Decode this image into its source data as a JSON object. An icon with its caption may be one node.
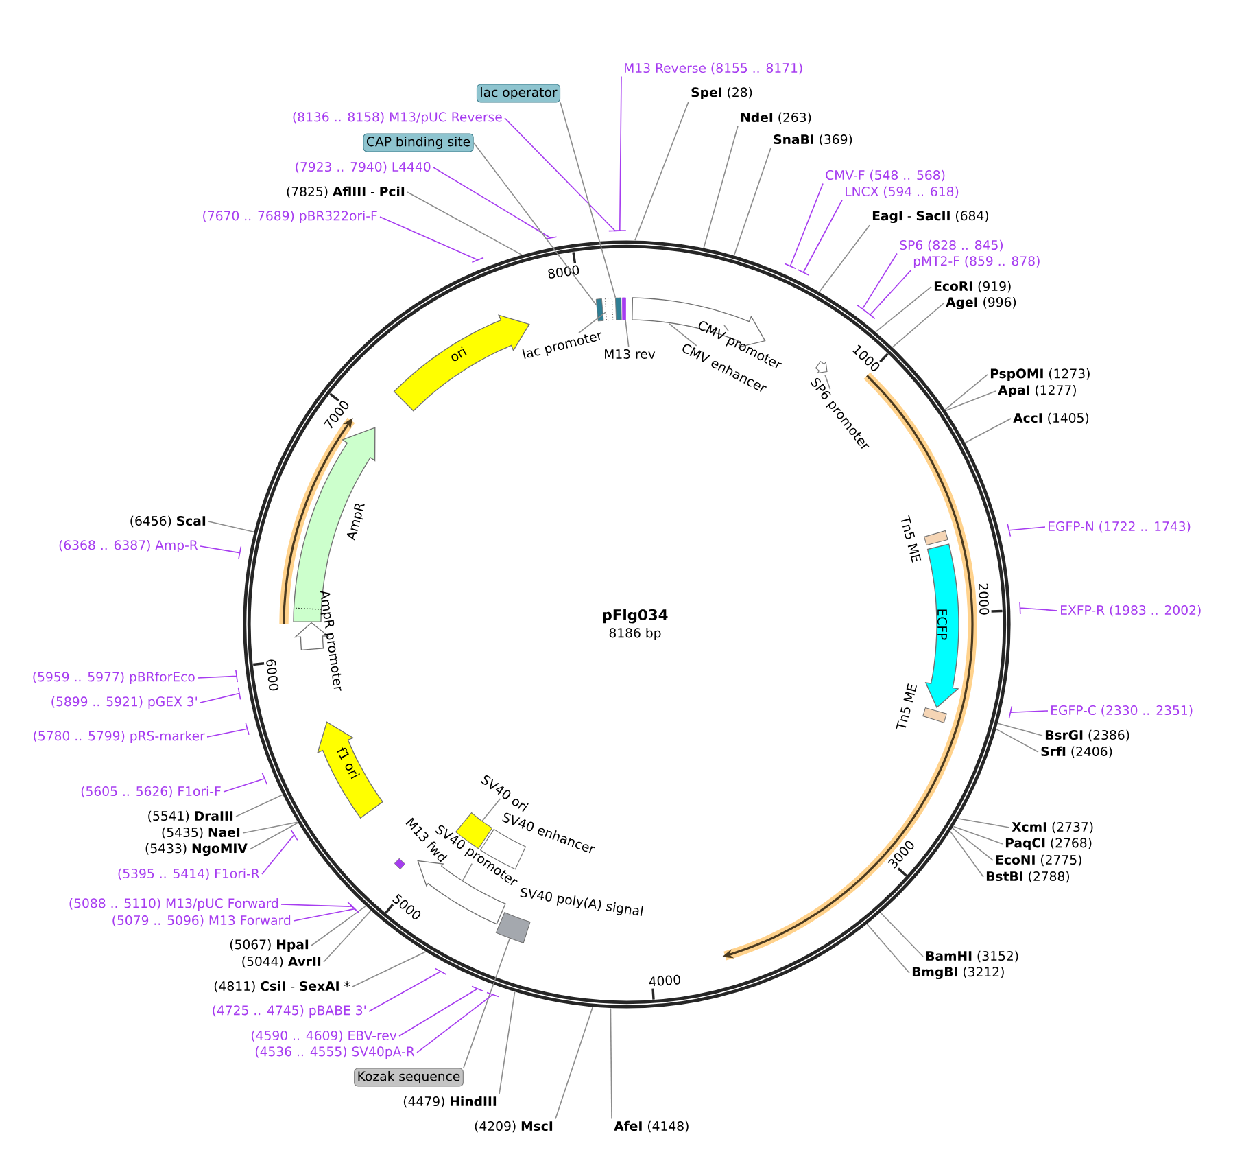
{
  "diagram": {
    "title": "pFlg034",
    "nodes": [
      {
        "text": [
          "M13 Reverse (8155 .. 8171)"
        ]
      },
      {
        "text": [
          "**SpeI** (28)"
        ]
      },
      {
        "text": [
          "**NdeI** (263)"
        ]
      },
      {
        "text": [
          "**SnaBI** (369)"
        ]
      },
      {
        "text": [
          "CMV-F (548 .. 568)"
        ]
      },
      {
        "text": [
          "LNCX (594 .. 618)"
        ]
      },
      {
        "text": [
          "**EagI** - **SacII** (684)"
        ]
      },
      {
        "text": [
          "SP6 (828 .. 845)"
        ]
      },
      {
        "text": [
          "pMT2-F (859 .. 878)"
        ]
      },
      {
        "text": [
          "**EcoRI** (919)"
        ]
      },
      {
        "text": [
          "**AgeI** (996)"
        ]
      },
      {
        "text": [
          "**PspOMI** (1273)"
        ]
      },
      {
        "text": [
          "**ApaI** (1277)"
        ]
      },
      {
        "text": [
          "**AccI** (1405)"
        ]
      },
      {
        "text": [
          "EGFP-N (1722 .. 1743)"
        ]
      },
      {
        "text": [
          "EXFP-R (1983 .. 2002)"
        ]
      },
      {
        "text": [
          "EGFP-C (2330 .. 2351)"
        ]
      },
      {
        "text": [
          "**BsrGI** (2386)"
        ]
      },
      {
        "text": [
          "**SrfI** (2406)"
        ]
      },
      {
        "text": [
          "**XcmI** (2737)"
        ]
      },
      {
        "text": [
          "**PaqCI** (2768)"
        ]
      },
      {
        "text": [
          "**EcoNI** (2775)"
        ]
      },
      {
        "text": [
          "**BstBI** (2788)"
        ]
      },
      {
        "text": [
          "**BamHI** (3152)"
        ]
      },
      {
        "text": [
          "**BmgBI** (3212)"
        ]
      },
      {
        "text": [
          "**AfeI** (4148)"
        ]
      },
      {
        "text": [
          "(4209) **MscI**"
        ]
      },
      {
        "text": [
          "(4479) **HindIII**"
        ]
      },
      {
        "text": [
          "Kozak sequence"
        ]
      },
      {
        "text": [
          "(4536 .. 4555) SV40pA-R"
        ]
      },
      {
        "text": [
          "(4590 .. 4609) EBV-rev"
        ]
      },
      {
        "text": [
          "(4725 .. 4745) pBABE 3'"
        ]
      },
      {
        "text": [
          "(4811) **CsiI** - **SexAI** *"
        ]
      },
      {
        "text": [
          "(5044) **AvrII**"
        ]
      },
      {
        "text": [
          "(5067) **HpaI**"
        ]
      },
      {
        "text": [
          "(5079 .. 5096) M13 Forward"
        ]
      },
      {
        "text": [
          "(5088 .. 5110) M13/pUC Forward"
        ]
      },
      {
        "text": [
          "(5395 .. 5414) F1ori-R"
        ]
      },
      {
        "text": [
          "(5433) **NgoMIV**"
        ]
      },
      {
        "text": [
          "(5435) **NaeI**"
        ]
      },
      {
        "text": [
          "(5541) **DraIII**"
        ]
      },
      {
        "text": [
          "(5605 .. 5626) F1ori-F"
        ]
      },
      {
        "text": [
          "(5780 .. 5799) pRS-marker"
        ]
      },
      {
        "text": [
          "(5899 .. 5921) pGEX 3'"
        ]
      },
      {
        "text": [
          "(5959 .. 5977) pBRforEco"
        ]
      },
      {
        "text": [
          "(6368 .. 6387) Amp-R"
        ]
      },
      {
        "text": [
          "(6456) **ScaI**"
        ]
      },
      {
        "text": [
          "(7670 .. 7689) pBR322ori-F"
        ]
      },
      {
        "text": [
          "(7825) **AflIII** - **PciI**"
        ]
      },
      {
        "text": [
          "(7923 .. 7940) L4440"
        ]
      },
      {
        "text": [
          "CAP binding site"
        ]
      },
      {
        "text": [
          "(8136 .. 8158) M13/pUC Reverse"
        ]
      },
      {
        "text": [
          "lac operator"
        ]
      },
      {
        "text": [
          "lac promoter"
        ]
      },
      {
        "text": [
          "M13 rev"
        ]
      },
      {
        "text": [
          "CMV promoter"
        ]
      },
      {
        "text": [
          "CMV enhancer"
        ]
      },
      {
        "text": [
          "SP6 promoter"
        ]
      },
      {
        "text": [
          "SV40 ori"
        ]
      },
      {
        "text": [
          "SV40 promoter"
        ]
      },
      {
        "text": [
          "ori"
        ]
      },
      {
        "text": [
          "ECFP"
        ]
      },
      {
        "text": [
          "f1 ori"
        ]
      },
      {
        "text": [],
        "shape": "box"
      },
      {
        "text": [],
        "shape": "box"
      },
      {
        "text": [],
        "shape": "box"
      },
      {
        "text": [],
        "shape": "box"
      },
      {
        "text": [],
        "shape": "arrow"
      },
      {
        "text": [],
        "shape": "box"
      },
      {
        "text": [],
        "shape": "arrow"
      },
      {
        "text": [],
        "shape": "box"
      }
    ],
    "edges": [
      {
        "from": 0,
        "to": null,
        "arrow": "none",
        "color": "#a63cf0"
      },
      {
        "from": 1,
        "to": null,
        "arrow": "none"
      },
      {
        "from": 2,
        "to": null,
        "arrow": "none"
      },
      {
        "from": 3,
        "to": null,
        "arrow": "none"
      },
      {
        "from": 4,
        "to": null,
        "arrow": "none",
        "color": "#a63cf0"
      },
      {
        "from": 5,
        "to": null,
        "arrow": "none",
        "color": "#a63cf0"
      },
      {
        "from": 6,
        "to": null,
        "arrow": "none"
      },
      {
        "from": 7,
        "to": null,
        "arrow": "none",
        "color": "#a63cf0"
      },
      {
        "from": 8,
        "to": null,
        "arrow": "none",
        "color": "#a63cf0"
      },
      {
        "from": 9,
        "to": null,
        "arrow": "none"
      },
      {
        "from": 10,
        "to": null,
        "arrow": "none"
      },
      {
        "from": 11,
        "to": null,
        "arrow": "none"
      },
      {
        "from": 12,
        "to": null,
        "arrow": "none"
      },
      {
        "from": 13,
        "to": null,
        "arrow": "none"
      },
      {
        "from": 14,
        "to": null,
        "arrow": "none",
        "color": "#a63cf0"
      },
      {
        "from": 15,
        "to": null,
        "arrow": "none",
        "color": "#a63cf0"
      },
      {
        "from": 16,
        "to": null,
        "arrow": "none",
        "color": "#a63cf0"
      },
      {
        "from": 17,
        "to": null,
        "arrow": "none"
      },
      {
        "from": 18,
        "to": null,
        "arrow": "none"
      },
      {
        "from": 19,
        "to": null,
        "arrow": "none"
      },
      {
        "from": 20,
        "to": null,
        "arrow": "none"
      },
      {
        "from": 21,
        "to": null,
        "arrow": "none"
      },
      {
        "from": 22,
        "to": null,
        "arrow": "none"
      },
      {
        "from": 23,
        "to": null,
        "arrow": "none"
      },
      {
        "from": 24,
        "to": null,
        "arrow": "none"
      },
      {
        "from": 25,
        "to": null,
        "arrow": "none"
      },
      {
        "from": 26,
        "to": null,
        "arrow": "none"
      },
      {
        "from": 27,
        "to": null,
        "arrow": "none"
      },
      {
        "from": 28,
        "to": 68,
        "arrow": "none"
      },
      {
        "from": 29,
        "to": null,
        "arrow": "none",
        "color": "#a63cf0"
      },
      {
        "from": 30,
        "to": null,
        "arrow": "none",
        "color": "#a63cf0"
      },
      {
        "from": 31,
        "to": null,
        "arrow": "none",
        "color": "#a63cf0"
      },
      {
        "from": 32,
        "to": null,
        "arrow": "none"
      },
      {
        "from": 33,
        "to": null,
        "arrow": "none"
      },
      {
        "from": 34,
        "to": null,
        "arrow": "none"
      },
      {
        "from": 35,
        "to": null,
        "arrow": "none",
        "color": "#a63cf0"
      },
      {
        "from": 36,
        "to": null,
        "arrow": "none",
        "color": "#a63cf0"
      },
      {
        "from": 37,
        "to": null,
        "arrow": "none",
        "color": "#a63cf0"
      },
      {
        "from": 38,
        "to": null,
        "arrow": "none"
      },
      {
        "from": 39,
        "to": null,
        "arrow": "none"
      },
      {
        "from": 40,
        "to": null,
        "arrow": "none"
      },
      {
        "from": 41,
        "to": null,
        "arrow": "none",
        "color": "#a63cf0"
      },
      {
        "from": 42,
        "to": null,
        "arrow": "none",
        "color": "#a63cf0"
      },
      {
        "from": 43,
        "to": null,
        "arrow": "none",
        "color": "#a63cf0"
      },
      {
        "from": 44,
        "to": null,
        "arrow": "none",
        "color": "#a63cf0"
      },
      {
        "from": 45,
        "to": null,
        "arrow": "none",
        "color": "#a63cf0"
      },
      {
        "from": 46,
        "to": null,
        "arrow": "none"
      },
      {
        "from": 47,
        "to": null,
        "arrow": "none",
        "color": "#a63cf0"
      },
      {
        "from": 48,
        "to": null,
        "arrow": "none"
      },
      {
        "from": 49,
        "to": null,
        "arrow": "none",
        "color": "#a63cf0"
      },
      {
        "from": 50,
        "to": 63,
        "arrow": "none"
      },
      {
        "from": 51,
        "to": null,
        "arrow": "none",
        "color": "#a63cf0"
      },
      {
        "from": 52,
        "to": 65,
        "arrow": "none"
      },
      {
        "from": 53,
        "to": 64,
        "arrow": "none"
      },
      {
        "from": 54,
        "to": 66,
        "arrow": "none"
      },
      {
        "from": 55,
        "to": null,
        "arrow": "none"
      },
      {
        "from": 56,
        "to": null,
        "arrow": "none"
      },
      {
        "from": 57,
        "to": 67,
        "arrow": "none"
      },
      {
        "from": 58,
        "to": 70,
        "arrow": "none"
      },
      {
        "from": 59,
        "to": 69,
        "arrow": "none"
      }
    ],
    "labels": [
      "8186 bp",
      "1000",
      "2000",
      "3000",
      "4000",
      "5000",
      "6000",
      "7000",
      "8000",
      "Tn5 ME",
      "Tn5 ME",
      "AmpR",
      "AmpR promoter",
      "SV40 enhancer",
      "M13 fwd",
      "SV40 poly(A) signal"
    ]
  }
}
